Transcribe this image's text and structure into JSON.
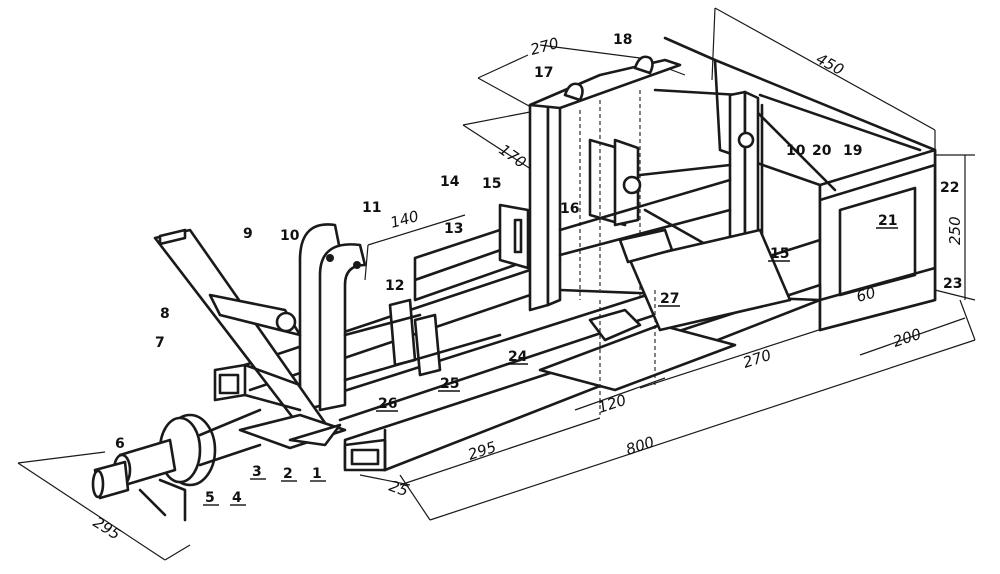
{
  "figure": {
    "parts": [
      {
        "id": "p1",
        "text": "1"
      },
      {
        "id": "p2",
        "text": "2"
      },
      {
        "id": "p3",
        "text": "3"
      },
      {
        "id": "p4",
        "text": "4"
      },
      {
        "id": "p5",
        "text": "5"
      },
      {
        "id": "p6",
        "text": "6"
      },
      {
        "id": "p7",
        "text": "7"
      },
      {
        "id": "p8",
        "text": "8"
      },
      {
        "id": "p9",
        "text": "9"
      },
      {
        "id": "p10a",
        "text": "10"
      },
      {
        "id": "p10b",
        "text": "10"
      },
      {
        "id": "p11",
        "text": "11"
      },
      {
        "id": "p12",
        "text": "12"
      },
      {
        "id": "p13",
        "text": "13"
      },
      {
        "id": "p14",
        "text": "14"
      },
      {
        "id": "p15a",
        "text": "15"
      },
      {
        "id": "p15b",
        "text": "15"
      },
      {
        "id": "p16",
        "text": "16"
      },
      {
        "id": "p17",
        "text": "17"
      },
      {
        "id": "p18",
        "text": "18"
      },
      {
        "id": "p19",
        "text": "19"
      },
      {
        "id": "p20",
        "text": "20"
      },
      {
        "id": "p21",
        "text": "21"
      },
      {
        "id": "p22",
        "text": "22"
      },
      {
        "id": "p23",
        "text": "23"
      },
      {
        "id": "p24",
        "text": "24"
      },
      {
        "id": "p25",
        "text": "25"
      },
      {
        "id": "p26",
        "text": "26"
      },
      {
        "id": "p27",
        "text": "27"
      }
    ],
    "dimensions": [
      {
        "id": "d295a",
        "text": "295"
      },
      {
        "id": "d25",
        "text": "25"
      },
      {
        "id": "d295b",
        "text": "295"
      },
      {
        "id": "d120",
        "text": "120"
      },
      {
        "id": "d270a",
        "text": "270"
      },
      {
        "id": "d800",
        "text": "800"
      },
      {
        "id": "d200",
        "text": "200"
      },
      {
        "id": "d60",
        "text": "60"
      },
      {
        "id": "d250",
        "text": "250"
      },
      {
        "id": "d450",
        "text": "450"
      },
      {
        "id": "d270b",
        "text": "270"
      },
      {
        "id": "d170",
        "text": "170"
      },
      {
        "id": "d140",
        "text": "140"
      }
    ]
  }
}
